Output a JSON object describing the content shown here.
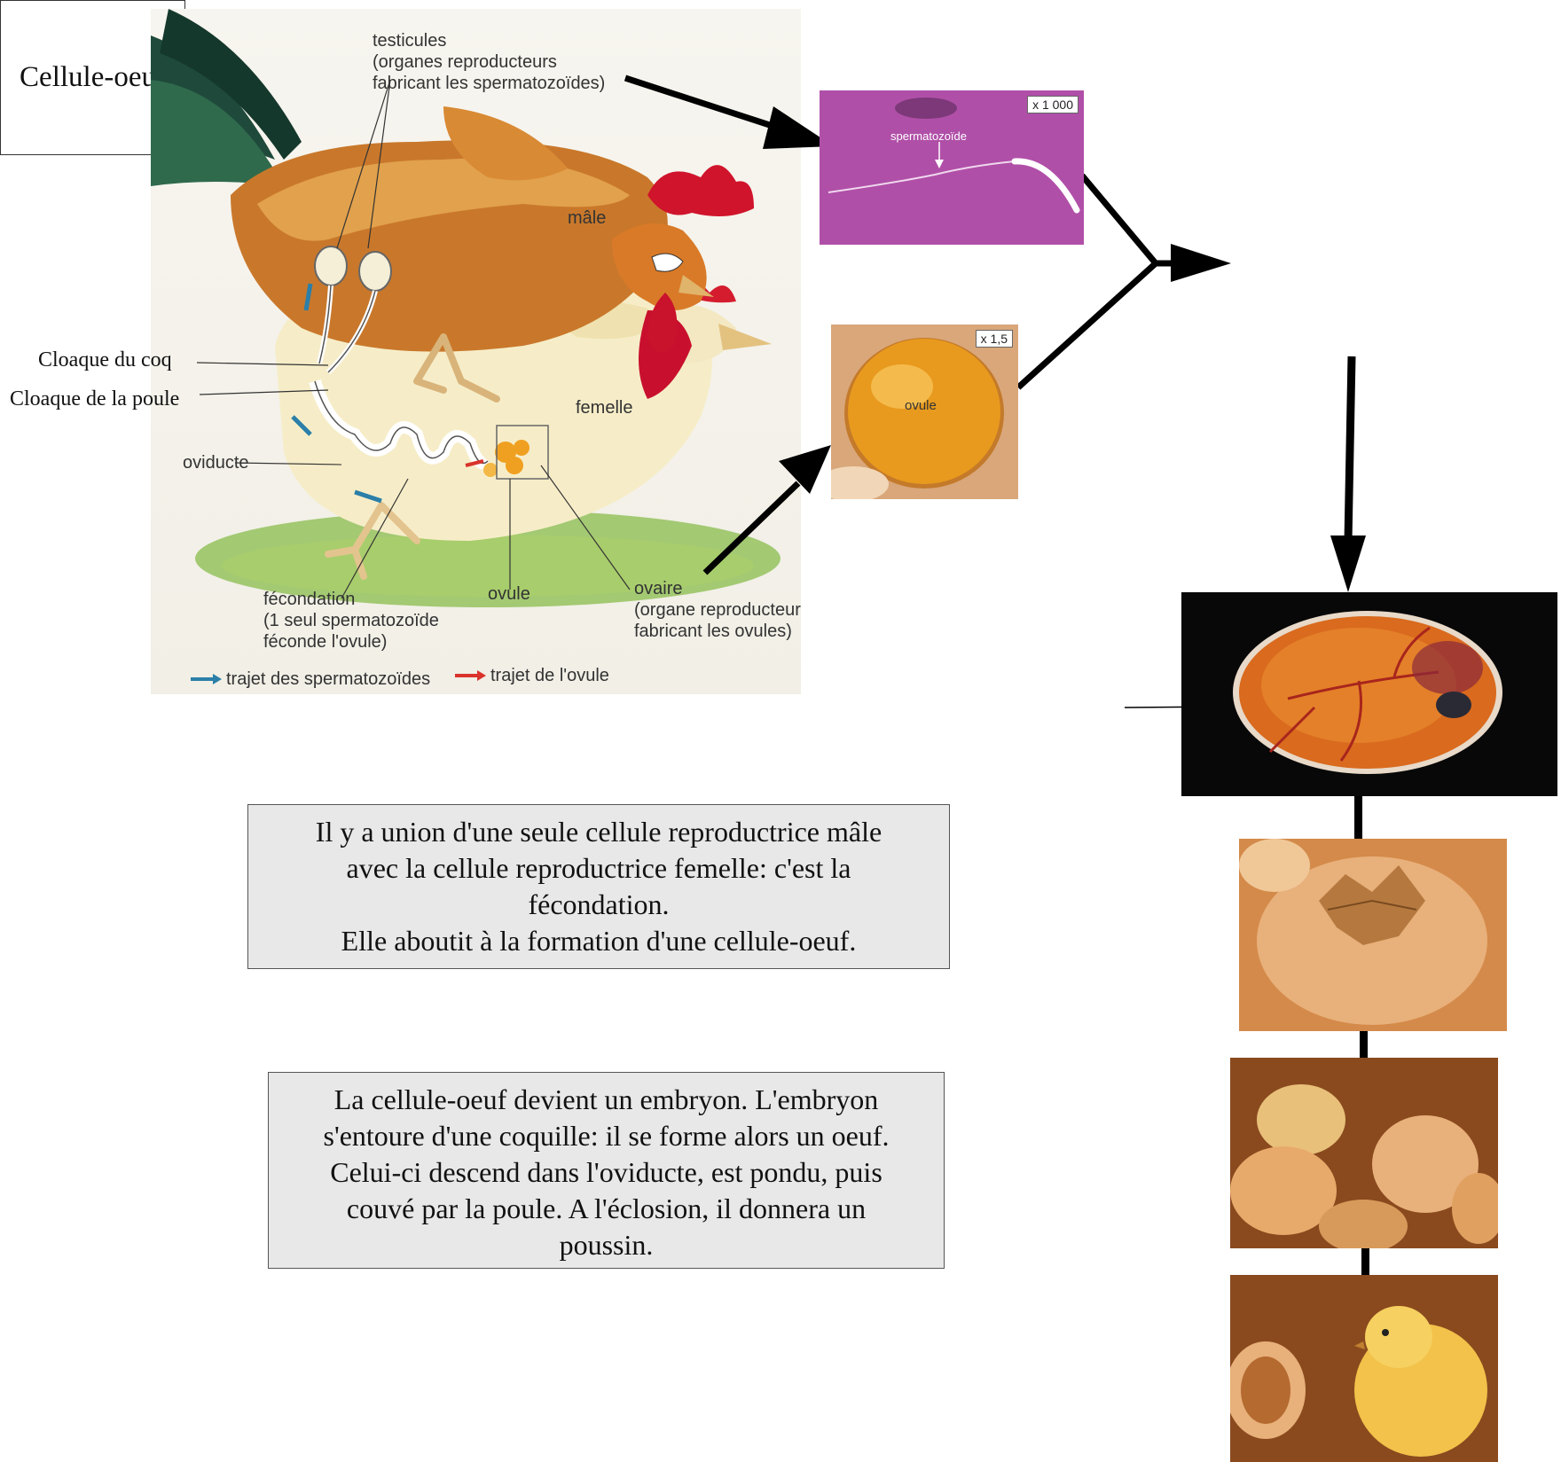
{
  "illustration": {
    "testicules_title": "testicules",
    "testicules_line1": "(organes reproducteurs",
    "testicules_line2": "fabricant les spermatozoïdes)",
    "male": "mâle",
    "femelle": "femelle",
    "oviducte": "oviducte",
    "fecondation_title": "fécondation",
    "fecondation_line1": "(1 seul spermatozoïde",
    "fecondation_line2": "féconde l'ovule)",
    "ovule": "ovule",
    "ovaire_title": "ovaire",
    "ovaire_line1": "(organe reproducteur",
    "ovaire_line2": "fabricant les ovules)",
    "legend_sperm": "trajet des spermatozoïdes",
    "legend_ovule": "trajet de l'ovule",
    "legend_sperm_color": "#2b7fa8",
    "legend_ovule_color": "#d9332b"
  },
  "side_labels": {
    "cloaque_coq": "Cloaque du coq",
    "cloaque_poule": "Cloaque de la poule"
  },
  "sperm_photo": {
    "magnification": "x 1 000",
    "label": "spermatozoïde"
  },
  "ovule_photo": {
    "magnification": "x 1,5",
    "label": "ovule"
  },
  "cell_egg": "Cellule-oeuf",
  "fertilization_text": {
    "line1": "Il y a union d'une seule cellule reproductrice mâle",
    "line2": "avec la cellule reproductrice femelle: c'est la",
    "line3": "fécondation.",
    "line4": "Elle aboutit à la formation d'une cellule-oeuf."
  },
  "development_text": {
    "line1": "La cellule-oeuf devient un embryon. L'embryon",
    "line2": "s'entoure d'une coquille: il se forme alors un oeuf.",
    "line3": "Celui-ci descend dans l'oviducte, est pondu, puis",
    "line4": "couvé par la poule. A l'éclosion, il donnera un",
    "line5": "poussin."
  },
  "colors": {
    "arrow": "#000000",
    "sperm_photo_bg": "#b04fa8",
    "egg_yolk": "#e89a1e",
    "text_box_bg": "#e8e8e8"
  }
}
